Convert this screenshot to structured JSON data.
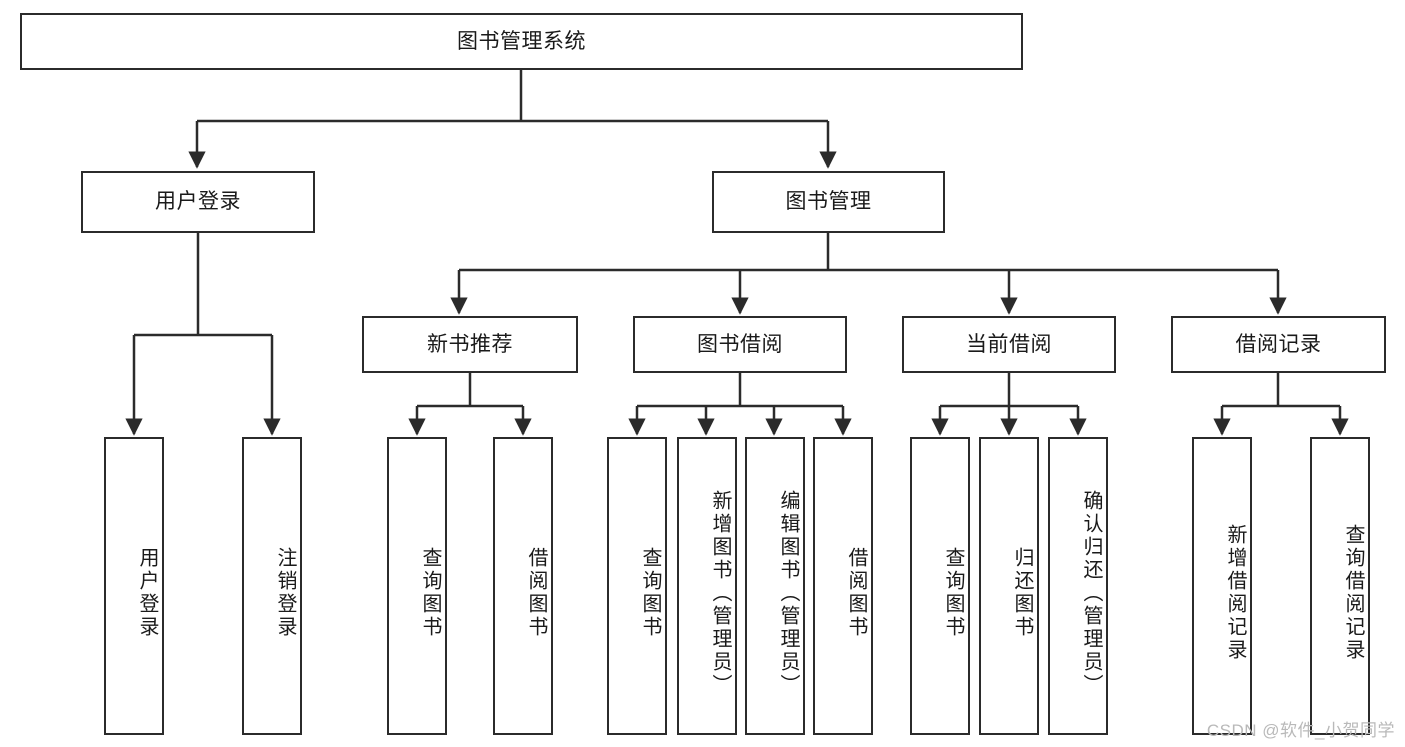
{
  "diagram": {
    "title": "图书管理系统",
    "type": "tree",
    "root": {
      "label": "图书管理系统"
    },
    "level2": [
      {
        "label": "用户登录"
      },
      {
        "label": "图书管理"
      }
    ],
    "level3": [
      {
        "label": "新书推荐"
      },
      {
        "label": "图书借阅"
      },
      {
        "label": "当前借阅"
      },
      {
        "label": "借阅记录"
      }
    ],
    "leaves": {
      "user_login": [
        {
          "label": "用户登录"
        },
        {
          "label": "注销登录"
        }
      ],
      "new_book_recommend": [
        {
          "label": "查询图书"
        },
        {
          "label": "借阅图书"
        }
      ],
      "book_borrow": [
        {
          "label": "查询图书"
        },
        {
          "label": "新增图书（管理员）"
        },
        {
          "label": "编辑图书（管理员）"
        },
        {
          "label": "借阅图书"
        }
      ],
      "current_borrow": [
        {
          "label": "查询图书"
        },
        {
          "label": "归还图书"
        },
        {
          "label": "确认归还（管理员）"
        }
      ],
      "borrow_record": [
        {
          "label": "新增借阅记录"
        },
        {
          "label": "查询借阅记录"
        }
      ]
    }
  },
  "watermark": {
    "text": "CSDN @软件_小贺同学"
  },
  "colors": {
    "border": "#2b2b2b",
    "background": "#ffffff",
    "text": "#1a1a1a",
    "watermark": "#b9b9b9"
  }
}
